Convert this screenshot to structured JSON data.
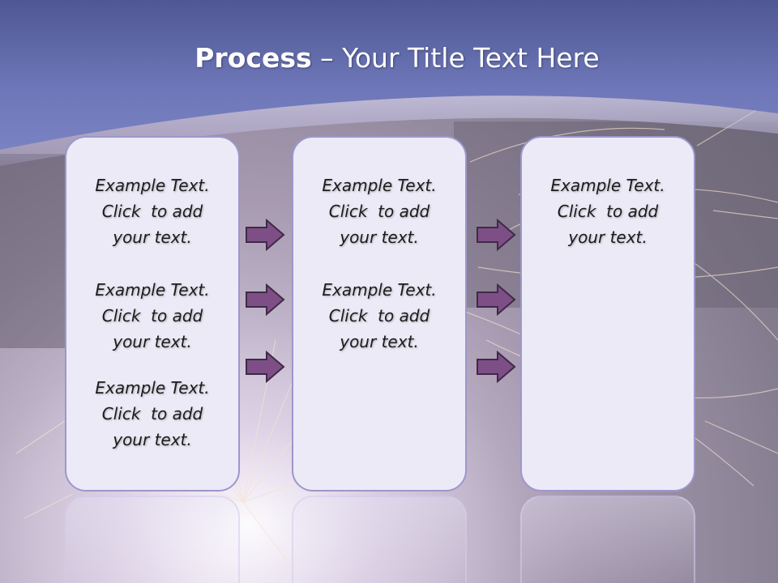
{
  "slide": {
    "title_bold": "Process",
    "title_rest": " – Your Title Text Here"
  },
  "colors": {
    "header": "#6d75b7",
    "panel_fill": "#eceaf6",
    "panel_border": "#9d97cc",
    "arrow_fill": "#7e4f86",
    "arrow_stroke": "#3f2a45"
  },
  "columns": [
    {
      "items": [
        {
          "lines": [
            "Example Text.",
            "Click  to add",
            "your text."
          ]
        },
        {
          "lines": [
            "Example Text.",
            "Click  to add",
            "your text."
          ]
        },
        {
          "lines": [
            "Example Text.",
            "Click  to add",
            "your text."
          ]
        }
      ]
    },
    {
      "items": [
        {
          "lines": [
            "Example Text.",
            "Click  to add",
            "your text."
          ]
        },
        {
          "lines": [
            "Example Text.",
            "Click  to add",
            "your text."
          ]
        }
      ]
    },
    {
      "items": [
        {
          "lines": [
            "Example Text.",
            "Click  to add",
            "your text."
          ]
        }
      ]
    }
  ],
  "connectors": [
    {
      "name": "arrows-col1-to-col2",
      "count": 3
    },
    {
      "name": "arrows-col2-to-col3",
      "count": 3
    }
  ],
  "icons": {
    "arrow": "right-arrow-icon"
  }
}
